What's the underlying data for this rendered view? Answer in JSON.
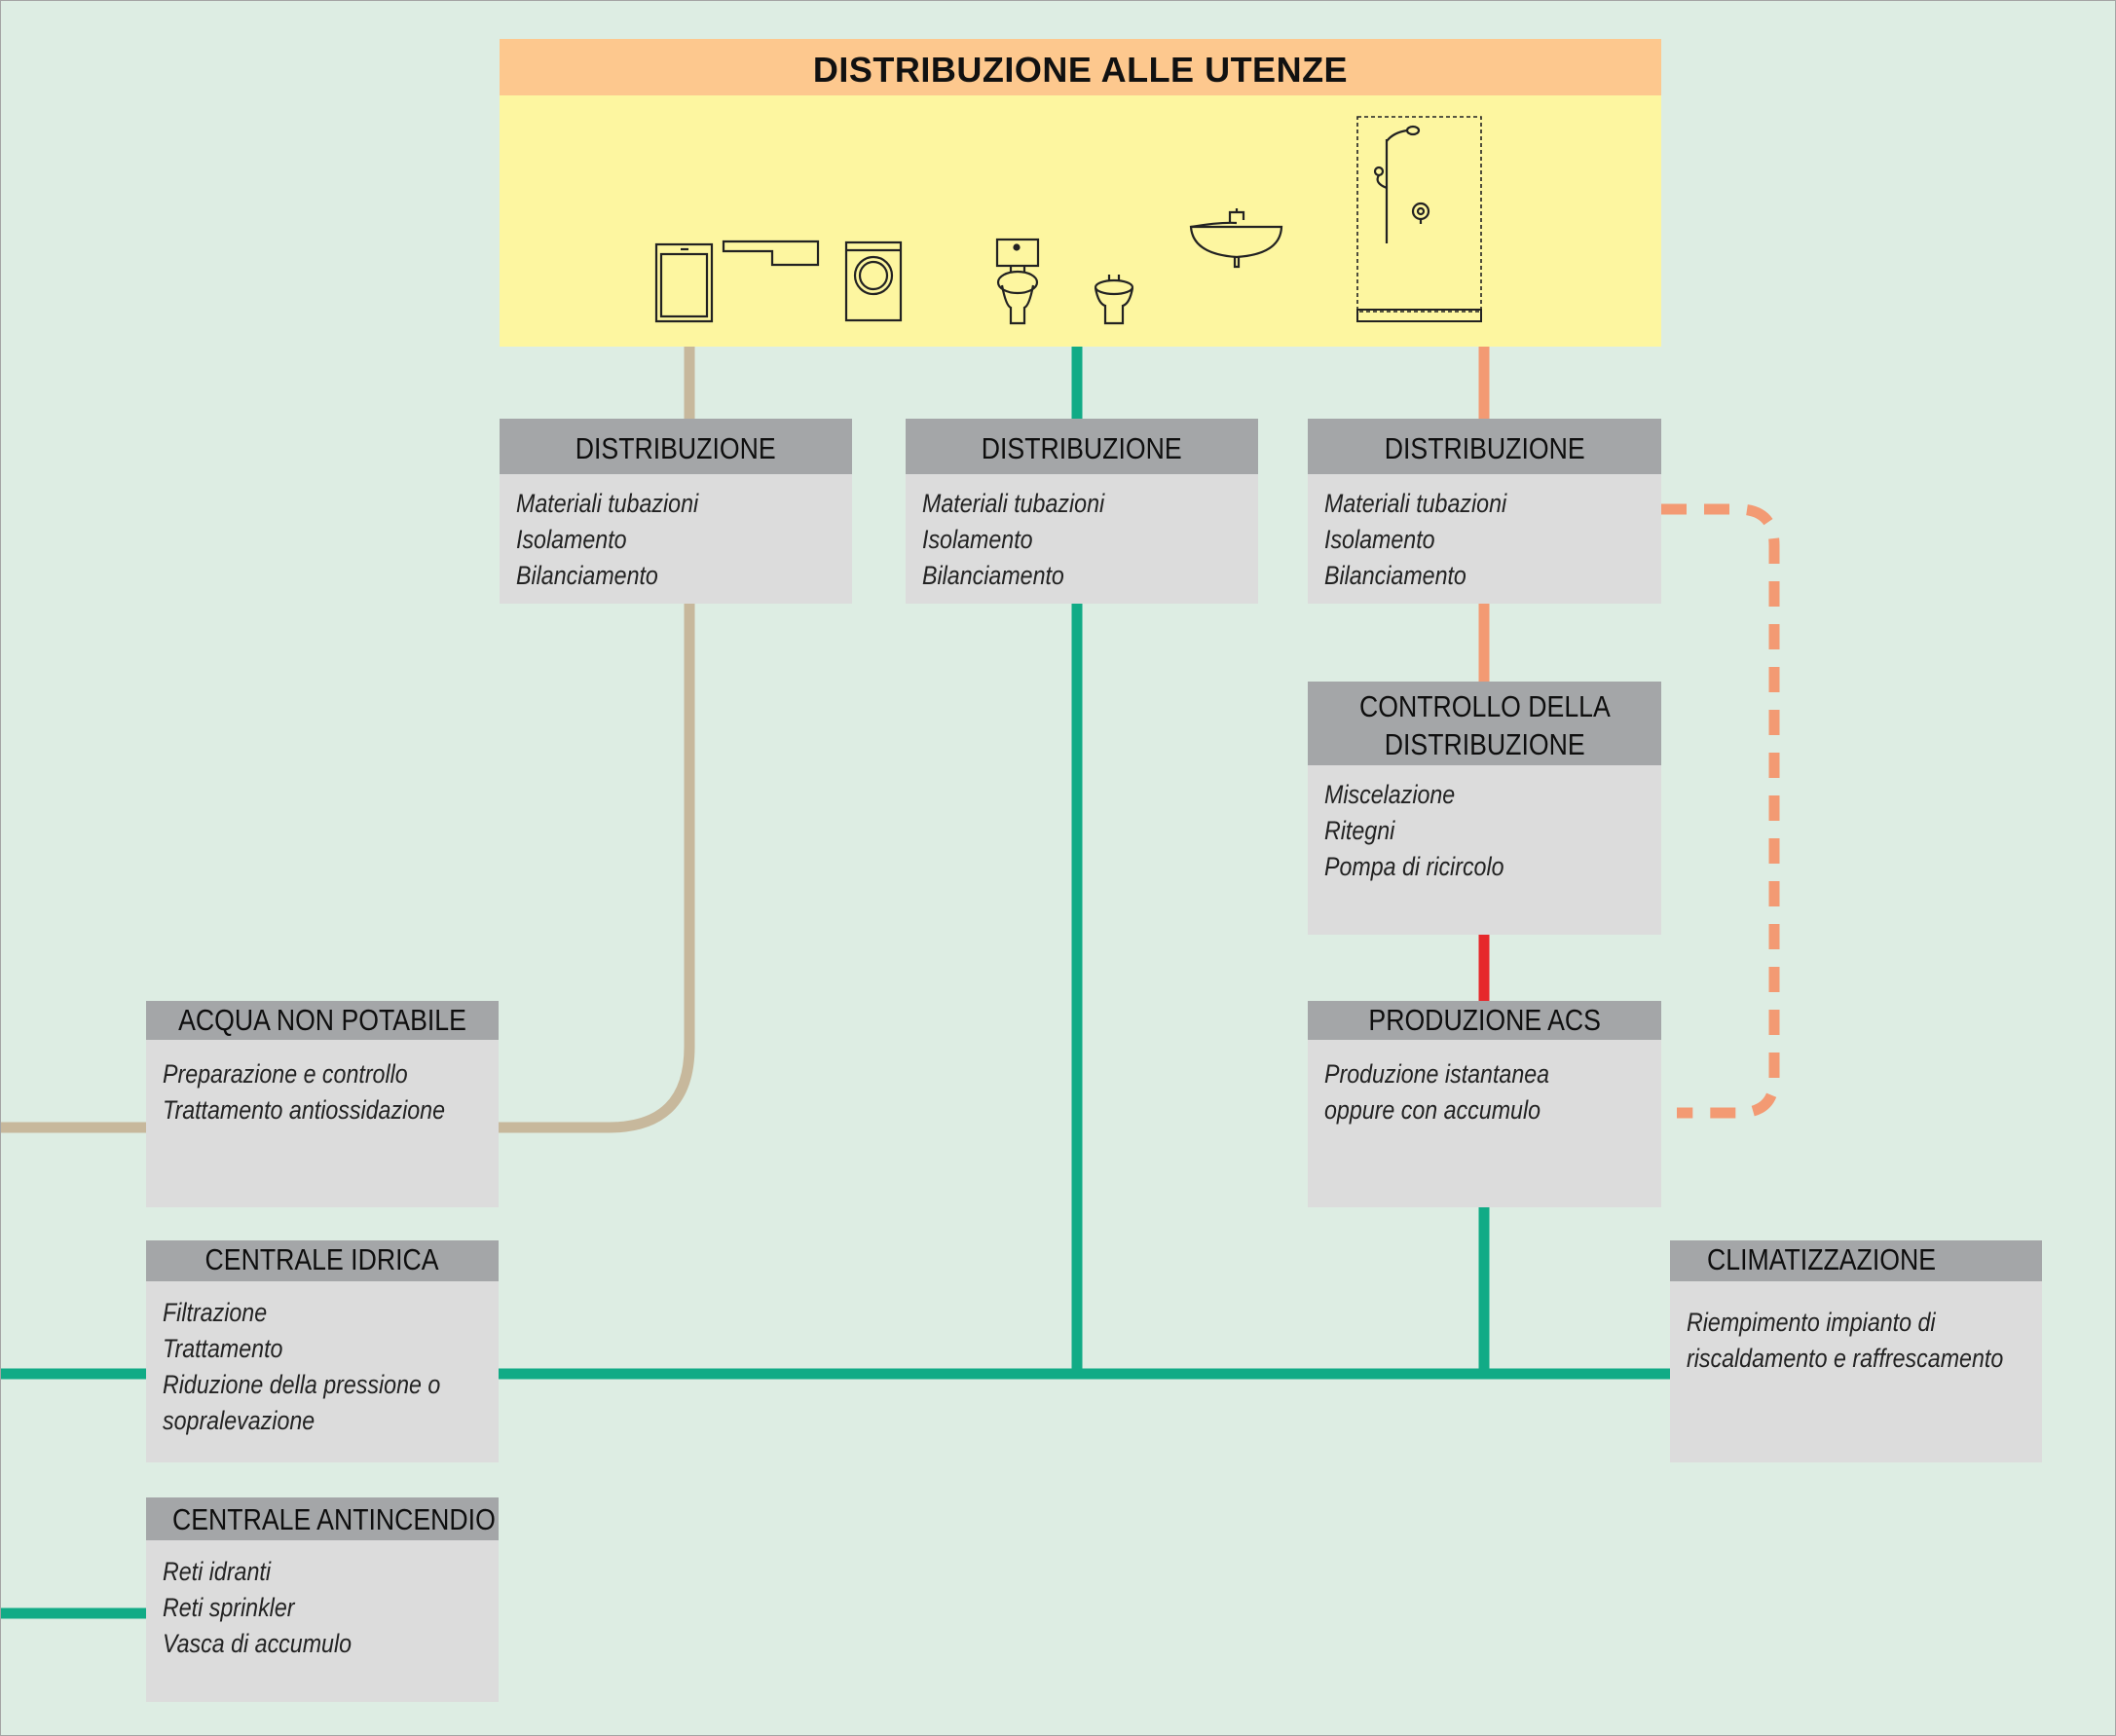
{
  "colors": {
    "background": "#ddede3",
    "header_orange": "#fdc88e",
    "banner_yellow": "#fdf6a0",
    "box_header": "#a4a6a8",
    "box_body": "#dcdcdc",
    "pipe_beige": "#c7b89c",
    "pipe_green": "#11ab86",
    "pipe_orange": "#f39a73",
    "pipe_red": "#e6282b"
  },
  "utenze": {
    "title": "DISTRIBUZIONE ALLE UTENZE",
    "icons": [
      "dishwasher-icon",
      "sink-counter-icon",
      "washing-machine-icon",
      "toilet-icon",
      "bidet-icon",
      "washbasin-icon",
      "shower-icon"
    ]
  },
  "boxes": {
    "dist_left": {
      "title": "DISTRIBUZIONE",
      "lines": [
        "Materiali tubazioni",
        "Isolamento",
        "Bilanciamento"
      ]
    },
    "dist_mid": {
      "title": "DISTRIBUZIONE",
      "lines": [
        "Materiali tubazioni",
        "Isolamento",
        "Bilanciamento"
      ]
    },
    "dist_right": {
      "title": "DISTRIBUZIONE",
      "lines": [
        "Materiali tubazioni",
        "Isolamento",
        "Bilanciamento"
      ]
    },
    "controllo": {
      "title_line1": "CONTROLLO DELLA",
      "title_line2": "DISTRIBUZIONE",
      "lines": [
        "Miscelazione",
        "Ritegni",
        "Pompa di ricircolo"
      ]
    },
    "produzione": {
      "title": "PRODUZIONE ACS",
      "lines": [
        "Produzione istantanea",
        "oppure con accumulo"
      ]
    },
    "non_potabile": {
      "title": "ACQUA NON POTABILE",
      "lines": [
        "Preparazione e controllo",
        "Trattamento antiossidazione"
      ]
    },
    "centrale_idrica": {
      "title": "CENTRALE IDRICA",
      "lines": [
        "Filtrazione",
        "Trattamento",
        "Riduzione della pressione o",
        "sopralevazione"
      ]
    },
    "climatizzazione": {
      "title": "CLIMATIZZAZIONE",
      "lines": [
        "Riempimento impianto di",
        "riscaldamento e raffrescamento"
      ]
    },
    "antincendio": {
      "title": "CENTRALE ANTINCENDIO",
      "lines": [
        "Reti idranti",
        "Reti sprinkler",
        "Vasca di accumulo"
      ]
    }
  }
}
